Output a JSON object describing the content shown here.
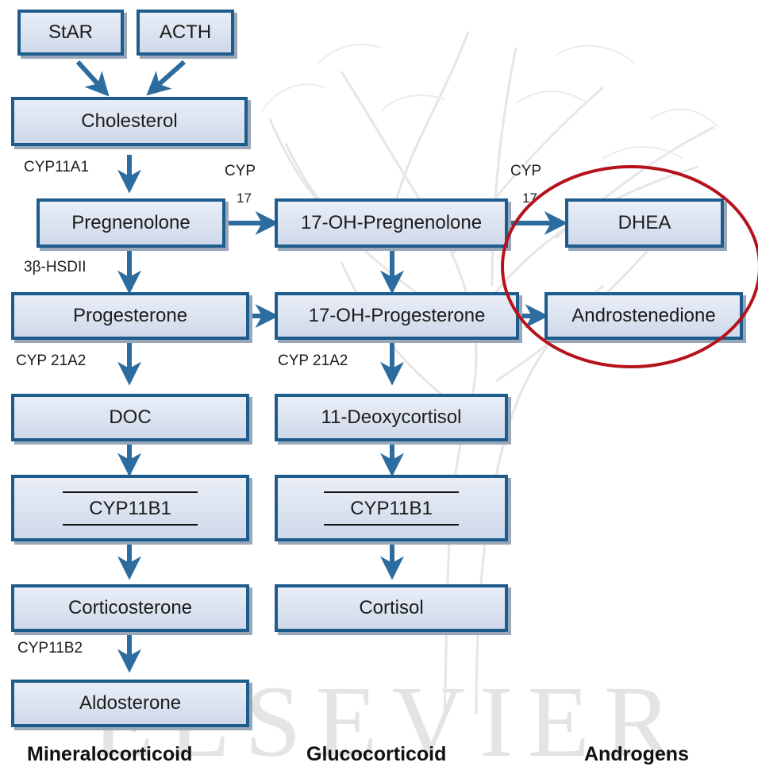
{
  "watermark": "ELSEVIER",
  "boxes": {
    "star": "StAR",
    "acth": "ACTH",
    "cholesterol": "Cholesterol",
    "pregnenolone": "Pregnenolone",
    "oh_pregnenolone": "17-OH-Pregnenolone",
    "dhea": "DHEA",
    "progesterone": "Progesterone",
    "oh_progesterone": "17-OH-Progesterone",
    "androstenedione": "Androstenedione",
    "doc": "DOC",
    "deoxycortisol": "11-Deoxycortisol",
    "cyp11b1_left": "CYP11B1",
    "cyp11b1_mid": "CYP11B1",
    "corticosterone": "Corticosterone",
    "cortisol": "Cortisol",
    "aldosterone": "Aldosterone"
  },
  "enzymes": {
    "cyp11a1": "CYP11A1",
    "cyp17_a_top": "CYP",
    "cyp17_a_bottom": "17",
    "cyp17_b_top": "CYP",
    "cyp17_b_bottom": "17",
    "hsd": "3β-HSDII",
    "cyp21a2_left": "CYP 21A2",
    "cyp21a2_mid": "CYP 21A2",
    "cyp11b2": "CYP11B2"
  },
  "columns": {
    "left": "Mineralocorticoid",
    "middle": "Glucocorticoid",
    "right": "Androgens"
  },
  "colors": {
    "box_border": "#1d5c8c",
    "arrow": "#2c6c9e",
    "highlight_circle": "#b5121b"
  }
}
